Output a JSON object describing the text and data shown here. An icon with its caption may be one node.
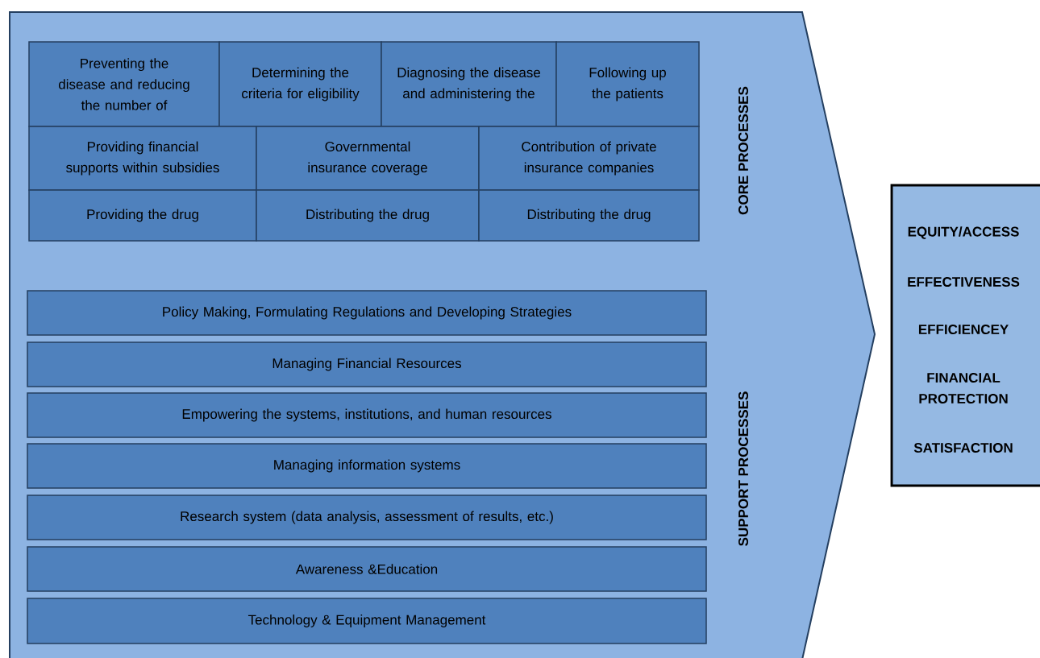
{
  "diagram": {
    "nodes": [
      {
        "text": [
          "CORE PROCESSES",
          "SUPPORT PROCESSES"
        ]
      },
      {
        "text": [
          "Preventing the disease and reducing the number of"
        ],
        "in": 0
      },
      {
        "text": [
          "Determining the criteria for eligibility"
        ],
        "in": 0
      },
      {
        "text": [
          "Diagnosing the disease and administering the"
        ],
        "in": 0
      },
      {
        "text": [
          "Following up the patients"
        ],
        "in": 0
      },
      {
        "text": [
          "Providing financial supports within subsidies"
        ],
        "in": 0
      },
      {
        "text": [
          "Governmental insurance coverage"
        ],
        "in": 0
      },
      {
        "text": [
          "Contribution of private insurance companies"
        ],
        "in": 0
      },
      {
        "text": [
          "Providing the drug"
        ],
        "in": 0
      },
      {
        "text": [
          "Distributing the drug"
        ],
        "in": 0
      },
      {
        "text": [
          "Distributing the drug"
        ],
        "in": 0
      },
      {
        "text": [
          "Policy Making, Formulating Regulations and Developing Strategies"
        ],
        "in": 0
      },
      {
        "text": [
          "Managing Financial Resources"
        ],
        "in": 0
      },
      {
        "text": [
          "Empowering the systems, institutions, and human resources"
        ],
        "in": 0
      },
      {
        "text": [
          "Managing information systems"
        ],
        "in": 0
      },
      {
        "text": [
          "Research system (data analysis, assessment of results, etc.)"
        ],
        "in": 0
      },
      {
        "text": [
          "Awareness &Education"
        ],
        "in": 0
      },
      {
        "text": [
          "Technology & Equipment Management"
        ],
        "in": 0
      },
      {
        "text": [
          "EQUITY/ACCESS",
          "EFFECTIVENESS",
          "EFFICIENCEY",
          "FINANCIAL PROTECTION",
          "SATISFACTION"
        ]
      }
    ]
  }
}
